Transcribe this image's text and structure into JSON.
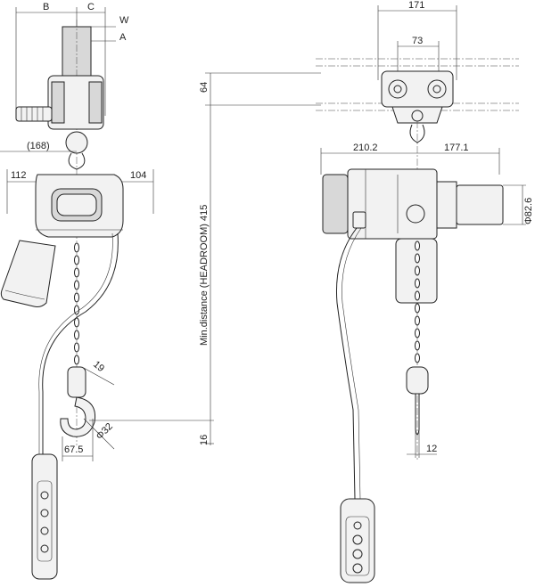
{
  "dimensions": {
    "B": "B",
    "C": "C",
    "W": "W",
    "A": "A",
    "d168": "(168)",
    "d112": "112",
    "d104": "104",
    "d19": "19",
    "d32": "Φ32",
    "d67_5": "67.5",
    "d64": "64",
    "headroom": "Min.distance (HEADROOM) 415",
    "d16": "16",
    "d171": "171",
    "d73": "73",
    "d210_2": "210.2",
    "d177_1": "177.1",
    "d82_6": "Φ82.6",
    "d12": "12"
  }
}
